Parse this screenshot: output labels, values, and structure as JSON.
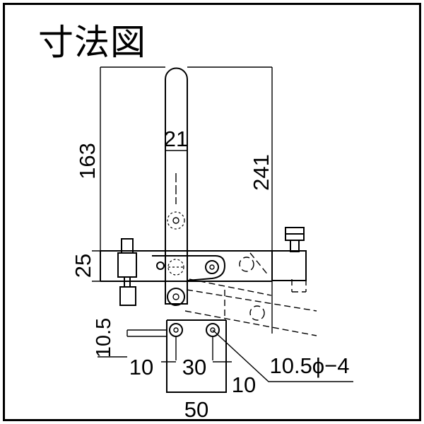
{
  "title": "寸法図",
  "dimensions": {
    "overall_height": "163",
    "total_length": "241",
    "handle_width": "21",
    "body_height": "25",
    "base_offset": "10.5",
    "hole_spec": "10.5ϕ−4",
    "left_margin": "10",
    "hole_pitch": "30",
    "right_margin": "10",
    "base_width": "50"
  },
  "colors": {
    "line": "#000000",
    "background": "#ffffff"
  }
}
